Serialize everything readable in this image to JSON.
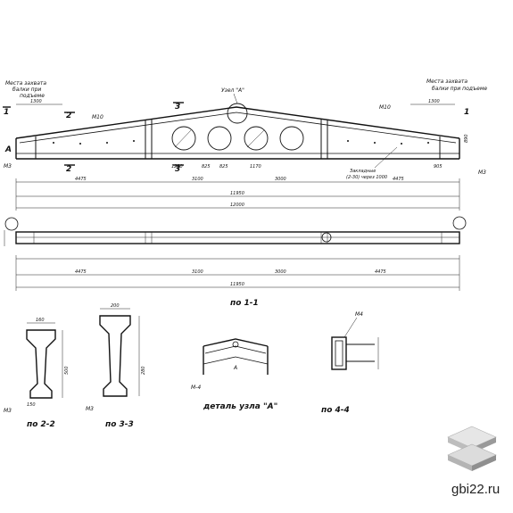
{
  "labels": {
    "fix_left": "Места захвата балки при подъеме",
    "fix_right": "Места захвата балки при подъеме",
    "node_a": "Узел \"А\"",
    "m10_left": "М10",
    "m10_right": "М10",
    "m3_left": "М3",
    "m3_right": "М3",
    "holes": "Закладные (2-30) через 1000",
    "sec_1": "1",
    "sec_2": "2",
    "sec_3": "3",
    "sec_a": "А",
    "view_11": "по 1-1",
    "view_22": "по 2-2",
    "view_33": "по 3-3",
    "view_44": "по 4-4",
    "detail_a": "деталь узла \"А\"",
    "m3_22": "М3",
    "m3_33": "М3",
    "m4_44": "М4",
    "m42": "М-4",
    "a_detail": "А"
  },
  "dims": {
    "d1300l": "1300",
    "d1300r": "1300",
    "d4475a": "4475",
    "d4475b": "4475",
    "d4475c": "4475",
    "d4475d": "4475",
    "d3100": "3100",
    "d3100b": "3100",
    "d3000": "3000",
    "d3000b": "3000",
    "d11950": "11950",
    "d11950b": "11950",
    "d12000": "12000",
    "d1220": "1220",
    "d825a": "825",
    "d825b": "825",
    "d1170": "1170",
    "d905": "905",
    "d890": "890",
    "d150": "150",
    "d160": "160",
    "d200": "200",
    "d280": "280",
    "d500": "500"
  },
  "brand": {
    "site": "gbi22.ru"
  }
}
